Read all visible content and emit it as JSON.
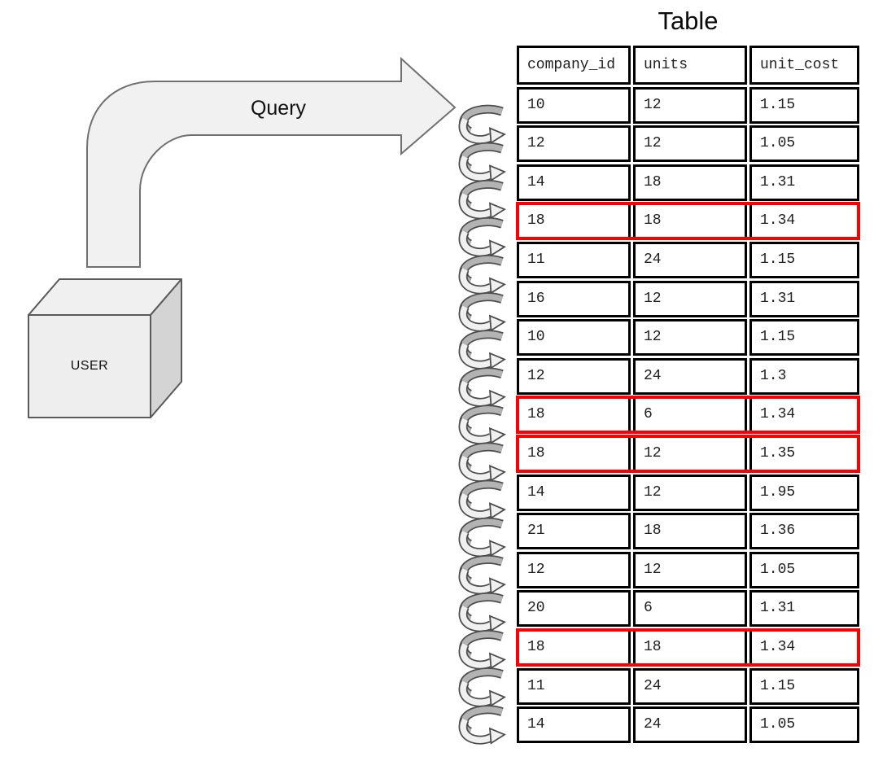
{
  "title": "Table",
  "diagram": {
    "user_box_label": "USER",
    "query_arrow_label": "Query",
    "loop_arrow_icon": "coil-arrow-right"
  },
  "colors": {
    "arrow_fill": "#f1f1f1",
    "arrow_stroke": "#707070",
    "cube_front": "#eeeeee",
    "cube_top": "#f0f0f0",
    "cube_side": "#d4d4d4",
    "cube_stroke": "#595959",
    "coil_dark": "#b3b3b3",
    "coil_light": "#f0f0f0",
    "coil_outline": "#4d4d4d",
    "table_border": "#000000",
    "table_text": "#1f1f1f",
    "highlight": "#fa0000"
  },
  "table": {
    "title": "Table",
    "columns": [
      "company_id",
      "units",
      "unit_cost"
    ],
    "rows": [
      {
        "company_id": "10",
        "units": "12",
        "unit_cost": "1.15",
        "highlighted": false
      },
      {
        "company_id": "12",
        "units": "12",
        "unit_cost": "1.05",
        "highlighted": false
      },
      {
        "company_id": "14",
        "units": "18",
        "unit_cost": "1.31",
        "highlighted": false
      },
      {
        "company_id": "18",
        "units": "18",
        "unit_cost": "1.34",
        "highlighted": true
      },
      {
        "company_id": "11",
        "units": "24",
        "unit_cost": "1.15",
        "highlighted": false
      },
      {
        "company_id": "16",
        "units": "12",
        "unit_cost": "1.31",
        "highlighted": false
      },
      {
        "company_id": "10",
        "units": "12",
        "unit_cost": "1.15",
        "highlighted": false
      },
      {
        "company_id": "12",
        "units": "24",
        "unit_cost": "1.3",
        "highlighted": false
      },
      {
        "company_id": "18",
        "units": "6",
        "unit_cost": "1.34",
        "highlighted": true
      },
      {
        "company_id": "18",
        "units": "12",
        "unit_cost": "1.35",
        "highlighted": true
      },
      {
        "company_id": "14",
        "units": "12",
        "unit_cost": "1.95",
        "highlighted": false
      },
      {
        "company_id": "21",
        "units": "18",
        "unit_cost": "1.36",
        "highlighted": false
      },
      {
        "company_id": "12",
        "units": "12",
        "unit_cost": "1.05",
        "highlighted": false
      },
      {
        "company_id": "20",
        "units": "6",
        "unit_cost": "1.31",
        "highlighted": false
      },
      {
        "company_id": "18",
        "units": "18",
        "unit_cost": "1.34",
        "highlighted": true
      },
      {
        "company_id": "11",
        "units": "24",
        "unit_cost": "1.15",
        "highlighted": false
      },
      {
        "company_id": "14",
        "units": "24",
        "unit_cost": "1.05",
        "highlighted": false
      }
    ]
  }
}
